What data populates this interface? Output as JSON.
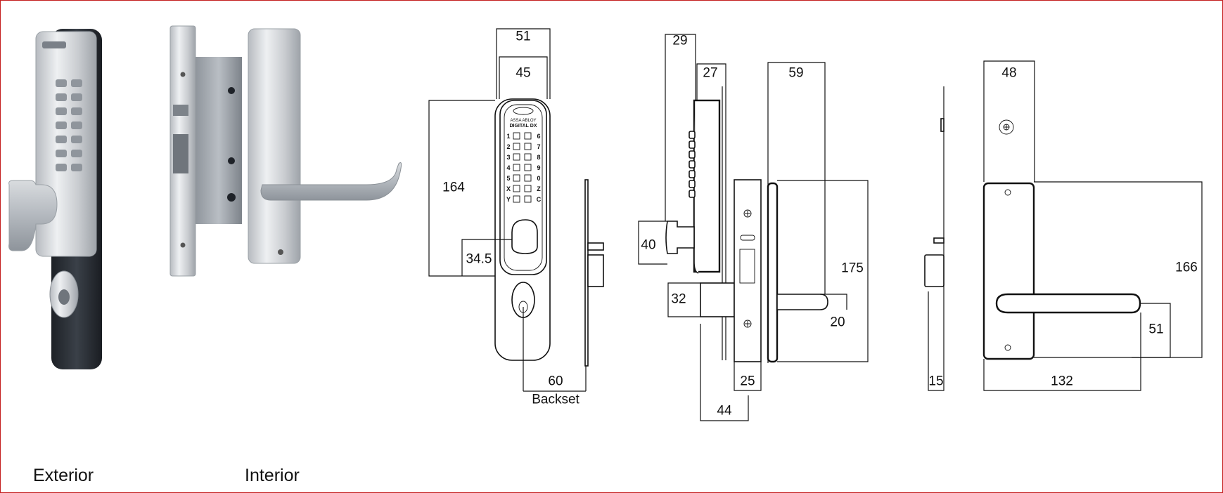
{
  "figure": {
    "captions": {
      "exterior": "Exterior",
      "interior": "Interior"
    },
    "front_view": {
      "dims": {
        "width_outer": "51",
        "width_inner": "45",
        "height": "164",
        "lever_offset": "34.5",
        "backset_value": "60",
        "backset_label": "Backset"
      },
      "brand_text": "ASSA ABLOY",
      "model_text": "DIGITAL DX",
      "keypad_left": [
        "1",
        "2",
        "3",
        "4",
        "5",
        "X",
        "Y"
      ],
      "keypad_right": [
        "6",
        "7",
        "8",
        "9",
        "0",
        "Z",
        "C"
      ]
    },
    "side_view": {
      "dims": {
        "knob_projection": "29",
        "keypad_depth": "27",
        "interior_projection": "59",
        "knob_height": "40",
        "bolt_height": "32",
        "lever_height": "175",
        "lever_dia": "20",
        "faceplate_width": "25",
        "bolt_throw": "44"
      }
    },
    "interior_view": {
      "dims": {
        "plate_width": "48",
        "plate_height": "166",
        "lever_drop": "51",
        "lever_length": "132",
        "door_thickness": "15"
      }
    }
  },
  "colors": {
    "border": "#c41e1e",
    "line": "#111111",
    "body_dark": "#2b3037",
    "metal": "#c9ccd0",
    "metal_light": "#e7e9ec"
  }
}
